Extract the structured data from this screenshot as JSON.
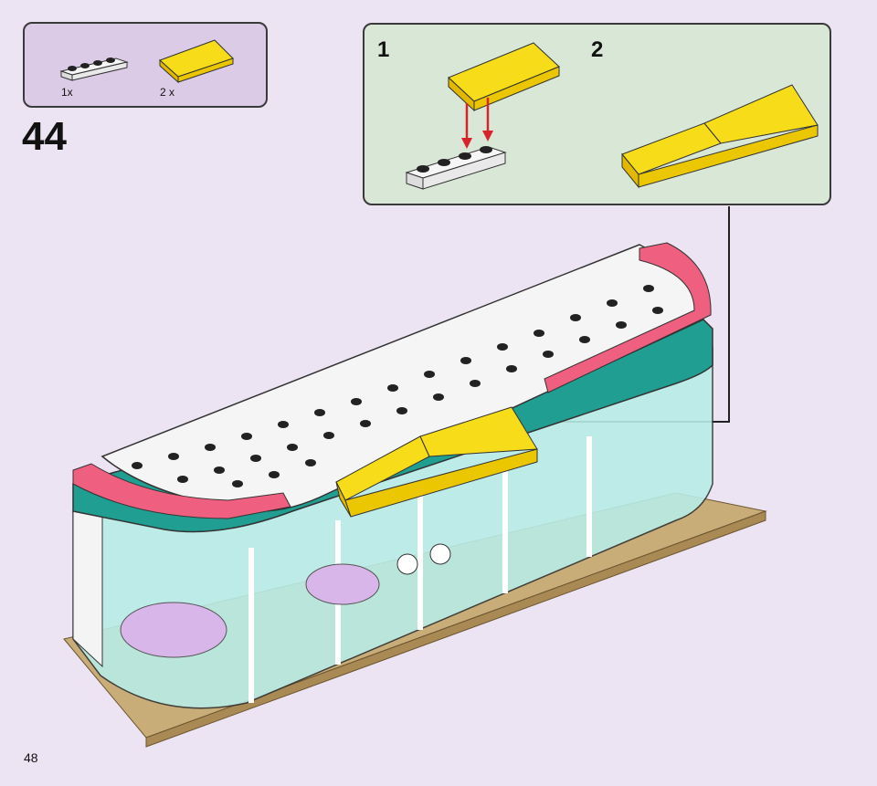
{
  "parts_list": {
    "items": [
      {
        "icon": "white-plate-1x4-icon",
        "quantity": "1x"
      },
      {
        "icon": "yellow-curved-slope-1x4-icon",
        "quantity": "2 x"
      }
    ]
  },
  "step": {
    "number": "44"
  },
  "callout": {
    "substeps": [
      {
        "number": "1"
      },
      {
        "number": "2"
      }
    ]
  },
  "page": {
    "number": "48"
  },
  "colors": {
    "background": "#ede4f3",
    "parts_box": "#dccbe6",
    "callout_box": "#d9e7d6",
    "yellow": "#f6dc19",
    "pink": "#ef5f80",
    "teal": "#1f9e91",
    "glass": "#b8ece6",
    "tan": "#c9ad79",
    "arrow_red": "#d6232c"
  }
}
